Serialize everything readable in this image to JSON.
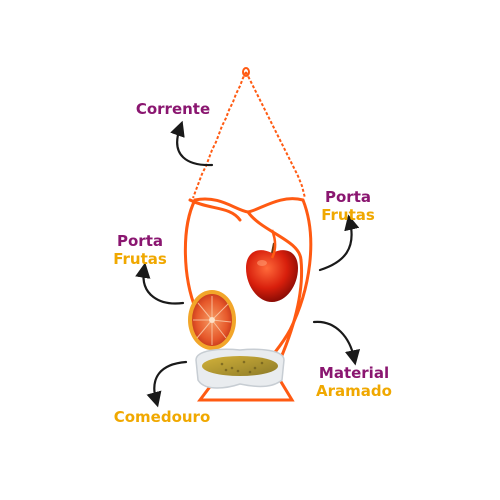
{
  "labels": {
    "corrente": "Corrente",
    "porta_right_1": "Porta",
    "porta_right_2": "Frutas",
    "porta_left_1": "Porta",
    "porta_left_2": "Frutas",
    "material_1": "Material",
    "material_2": "Aramado",
    "comedouro": "Comedouro"
  },
  "colors": {
    "purple": "#8a1670",
    "orange": "#f0a800",
    "wire": "#ff5a12",
    "arrow": "#1a1a1a"
  }
}
